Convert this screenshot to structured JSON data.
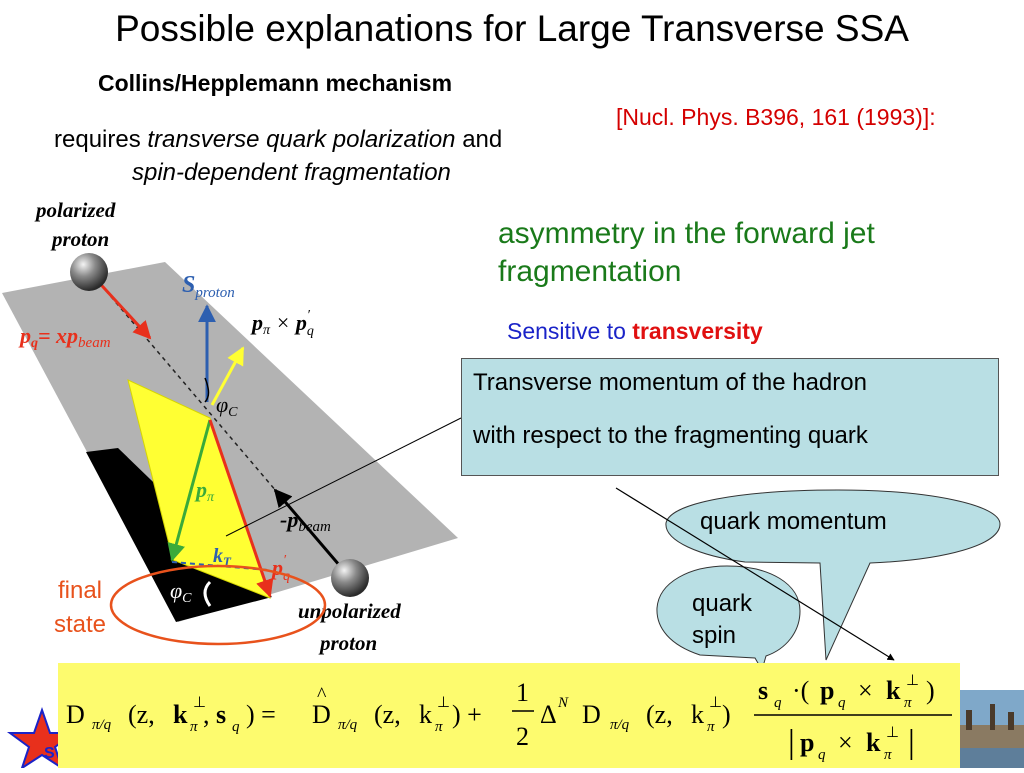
{
  "slide": {
    "title": "Possible explanations for Large Transverse SSA",
    "subtitle": "Collins/Hepplemann mechanism",
    "reference": "[Nucl. Phys. B396, 161 (1993)]:",
    "requires": {
      "prefix": "requires ",
      "italic1": "transverse quark polarization",
      "mid": " and",
      "italic2": "spin-dependent fragmentation"
    },
    "asymmetry": "asymmetry in the forward jet fragmentation",
    "sensitive": {
      "prefix": "Sensitive to ",
      "bold": "transversity"
    },
    "callout": {
      "line1": "Transverse momentum of the hadron",
      "line2": "with respect  to the fragmenting quark"
    },
    "bubbles": {
      "quark_momentum": "quark momentum",
      "quark_spin_1": "quark",
      "quark_spin_2": "spin"
    },
    "final_state": {
      "line1": "final",
      "line2": "state"
    },
    "footer_logo": "S"
  },
  "diagram": {
    "polarized": "polarized",
    "proton1": "proton",
    "unpolarized": "unpolarized",
    "proton2": "proton",
    "s_proton_main": "S",
    "s_proton_sub": "proton",
    "cross_label": "p",
    "pq": "p",
    "pq_eq": "= xp",
    "beam": "beam",
    "phi": "φ",
    "phi_sub": "C",
    "p_pi": "p",
    "minus_p": "-p",
    "kT": "k",
    "kT_sub": "T",
    "pq_prime": "p"
  },
  "colors": {
    "red": "#e8301c",
    "yellow": "#ffff33",
    "blue": "#2d5fb0",
    "green_text": "#1a7a1a",
    "callout_bg": "#b9dfe4",
    "formula_bg": "#fdfb6e"
  },
  "formula": {
    "D": "D",
    "sub": "π/q",
    "args_z": "(z, ",
    "k": "k",
    "perp": "⊥",
    "pi": "π",
    "comma_s": ", ",
    "s": "s",
    "q": "q",
    "close_eq": ") =",
    "Dhat": "D",
    "hat": "^",
    "close_plus": ") +",
    "one": "1",
    "two": "2",
    "Delta": "Δ",
    "N": "N",
    "close": ")",
    "num_s": "s",
    "dot": "·(",
    "num_p": "p",
    "times": "×",
    "num_close": ")",
    "bar": "|"
  }
}
